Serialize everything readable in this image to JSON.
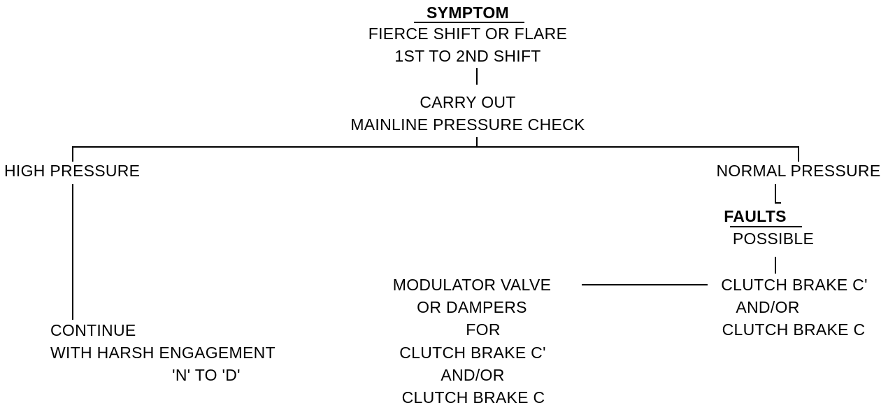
{
  "symptom": {
    "heading": "SYMPTOM",
    "line1": "FIERCE SHIFT OR FLARE",
    "line2": "1ST TO 2ND SHIFT"
  },
  "check": {
    "line1": "CARRY OUT",
    "line2": "MAINLINE PRESSURE CHECK"
  },
  "high_branch": {
    "label": "HIGH PRESSURE",
    "line1": "CONTINUE",
    "line2": "WITH HARSH ENGAGEMENT",
    "line3": "'N' TO 'D'"
  },
  "normal_branch": {
    "label": "NORMAL PRESSURE",
    "faults_heading": "FAULTS",
    "faults_sub": "POSSIBLE",
    "fault1": "CLUTCH BRAKE C'",
    "fault2": "AND/OR",
    "fault3": "CLUTCH BRAKE C"
  },
  "modulator": {
    "line1": "MODULATOR VALVE",
    "line2": "OR DAMPERS",
    "line3": "FOR",
    "line4": "CLUTCH BRAKE C'",
    "line5": "AND/OR",
    "line6": "CLUTCH BRAKE C"
  }
}
